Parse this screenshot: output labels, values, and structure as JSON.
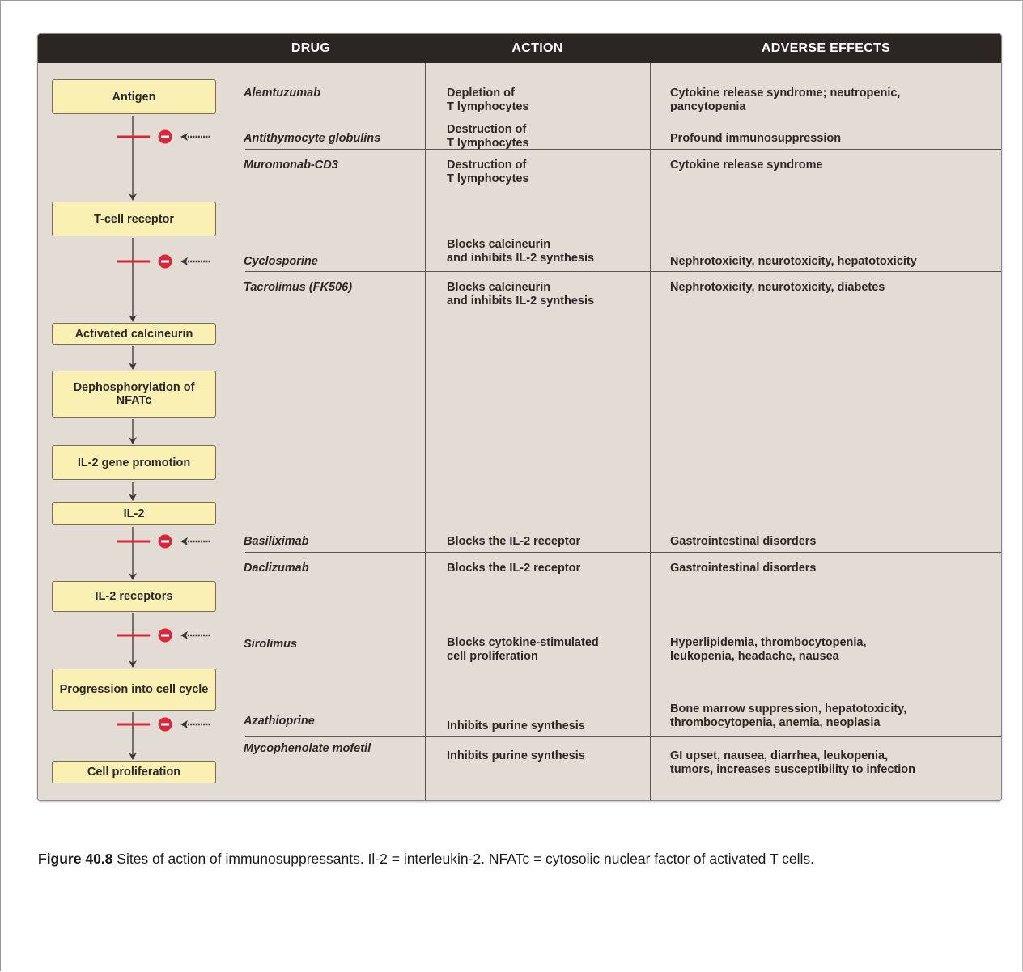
{
  "table": {
    "headers": {
      "drug": "DRUG",
      "action": "ACTION",
      "adverse": "ADVERSE EFFECTS"
    }
  },
  "pathway": {
    "steps": [
      "Antigen",
      "T-cell receptor",
      "Activated calcineurin",
      "Dephosphorylation of NFATc",
      "IL-2 gene promotion",
      "IL-2",
      "IL-2 receptors",
      "Progression into cell cycle",
      "Cell proliferation"
    ]
  },
  "rows": [
    {
      "drug": "Alemtuzumab",
      "action": [
        "Depletion of",
        "T lymphocytes"
      ],
      "adverse": [
        "Cytokine release syndrome; neutropenic,",
        "pancytopenia"
      ]
    },
    {
      "drug": "Antithymocyte globulins",
      "action": [
        "Destruction of",
        "T lymphocytes"
      ],
      "adverse": [
        "Profound immunosuppression"
      ]
    },
    {
      "drug": "Muromonab-CD3",
      "action": [
        "Destruction of",
        "T lymphocytes"
      ],
      "adverse": [
        "Cytokine release syndrome"
      ]
    },
    {
      "drug": "Cyclosporine",
      "action": [
        "Blocks calcineurin",
        "and inhibits IL-2 synthesis"
      ],
      "adverse": [
        "Nephrotoxicity, neurotoxicity, hepatotoxicity"
      ]
    },
    {
      "drug": "Tacrolimus (FK506)",
      "action": [
        "Blocks calcineurin",
        "and inhibits IL-2 synthesis"
      ],
      "adverse": [
        "Nephrotoxicity, neurotoxicity, diabetes"
      ]
    },
    {
      "drug": "Basiliximab",
      "action": [
        "Blocks the IL-2 receptor"
      ],
      "adverse": [
        "Gastrointestinal disorders"
      ]
    },
    {
      "drug": "Daclizumab",
      "action": [
        "Blocks the IL-2 receptor"
      ],
      "adverse": [
        "Gastrointestinal disorders"
      ]
    },
    {
      "drug": "Sirolimus",
      "action": [
        "Blocks cytokine-stimulated",
        "cell proliferation"
      ],
      "adverse": [
        "Hyperlipidemia, thrombocytopenia,",
        "leukopenia, headache, nausea"
      ]
    },
    {
      "drug": "Azathioprine",
      "action": [
        "Inhibits purine synthesis"
      ],
      "adverse": [
        "Bone marrow suppression, hepatotoxicity,",
        "thrombocytopenia, anemia, neoplasia"
      ]
    },
    {
      "drug": "Mycophenolate mofetil",
      "action": [
        "Inhibits purine synthesis"
      ],
      "adverse": [
        "GI upset, nausea, diarrhea,  leukopenia,",
        "tumors, increases susceptibility to infection"
      ]
    }
  ],
  "caption": {
    "label": "Figure 40.8",
    "text": " Sites of action of immunosuppressants. Il-2 = interleukin-2. NFATc = cytosolic nuclear factor of activated T cells."
  },
  "colors": {
    "header_bg": "#2b2624",
    "panel_bg": "#e3dcd4",
    "box_fill": "#fbf0b4",
    "inhibit_red": "#d9263a"
  },
  "icons": {
    "inhibitor": "minus-circle-icon",
    "dashed_arrow": "dashed-arrow-left-icon"
  }
}
